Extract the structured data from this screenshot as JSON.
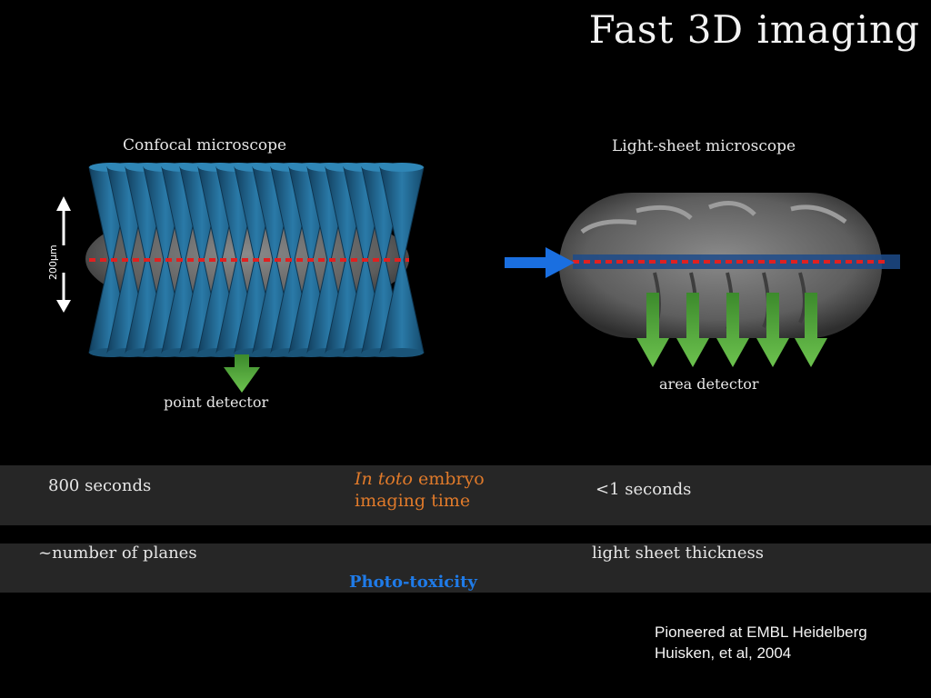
{
  "title": "Fast 3D imaging",
  "confocal": {
    "heading": "Confocal microscope",
    "scale_label": "200μm",
    "detector_label": "point detector",
    "time_value": "800 seconds",
    "toxicity_value": "~number of planes"
  },
  "lightsheet": {
    "heading": "Light-sheet microscope",
    "detector_label": "area detector",
    "time_value": "<1 seconds",
    "toxicity_value": "light sheet thickness"
  },
  "middle": {
    "time_label_italic": "In toto",
    "time_label_rest": " embryo",
    "time_label_line2": "imaging time",
    "toxicity_label": "Photo-toxicity"
  },
  "credit": {
    "line1": "Pioneered  at EMBL Heidelberg",
    "line2": "Huisken, et al, 2004"
  },
  "colors": {
    "background": "#000000",
    "cone_blue": "#1d5e86",
    "beam_red": "#e02020",
    "arrow_green": "#4ea83a",
    "arrow_blue": "#1a6fe0",
    "band_grey": "#262626",
    "orange_text": "#e07a2a"
  }
}
